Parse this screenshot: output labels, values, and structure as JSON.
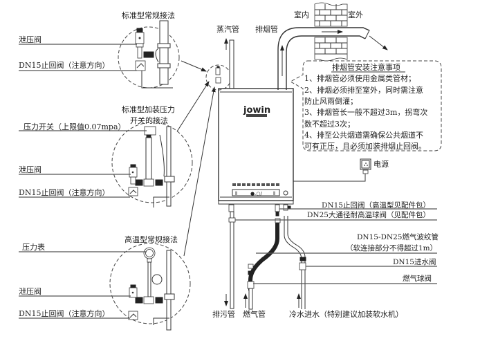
{
  "detail_standard": {
    "title": "标准型常规接法",
    "relief_valve": "泄压阀",
    "check_valve": "DN15止回阀（注意方向）"
  },
  "detail_pressure_switch": {
    "title_line1": "标准型加装压力",
    "title_line2": "开关的接法",
    "pressure_switch": "压力开关（上限值0.07mpa）",
    "relief_valve": "泄压阀",
    "check_valve": "DN15止回阀（注意方向）"
  },
  "detail_high_temp": {
    "title": "高温型常规接法",
    "pressure_gauge": "压力表",
    "relief_valve": "泄压阀",
    "check_valve": "DN15止回阀（注意方向）"
  },
  "top": {
    "steam_pipe": "蒸汽管",
    "flue_pipe": "排烟管",
    "indoor": "室内",
    "outdoor": "室外"
  },
  "notes": {
    "title": "排烟管安装注意事项",
    "lines": [
      "1、排烟管必须使用金属类管材；",
      "2、排烟必须排至室外，同时需注意",
      "防止风雨倒灌；",
      "3、排烟管长一般不超过3m，拐弯次",
      "数不超过3次；",
      "4、排至公共烟道需确保公共烟道不",
      "可有正压，且必须加装排烟止回阀。"
    ]
  },
  "appliance": {
    "brand": "jowin"
  },
  "right_labels": {
    "power": "电源",
    "check_valve_ht": "DN15止回阀（高温型见配件包）",
    "ball_valve": "DN25大通径耐高温球阀（见配件包）",
    "gas_hose_line1": "DN15-DN25燃气波纹管",
    "gas_hose_line2": "（软连接部分不得超过1m）",
    "water_inlet_valve": "DN15进水阀",
    "gas_ball_valve": "燃气球阀"
  },
  "bottom_labels": {
    "drain_pipe": "排污管",
    "gas_pipe": "燃气管",
    "cold_water": "冷水进水（特别建议加装软水机）"
  }
}
